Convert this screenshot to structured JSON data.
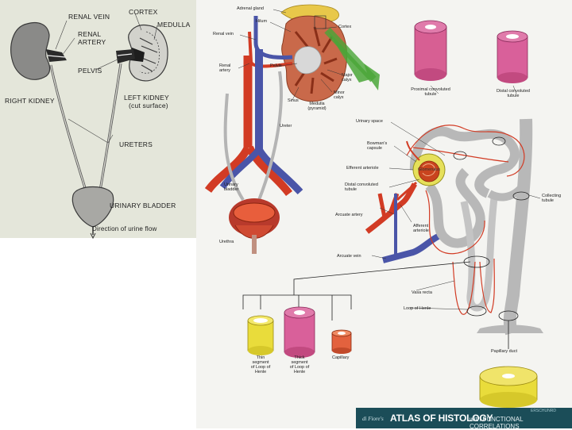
{
  "left_diagram": {
    "renal_vein": "RENAL VEIN",
    "renal_artery_1": "RENAL",
    "renal_artery_2": "ARTERY",
    "cortex": "CORTEX",
    "medulla": "MEDULLA",
    "pelvis": "PELVIS",
    "right_kidney": "RIGHT KIDNEY",
    "left_kidney": "LEFT KIDNEY",
    "cut_surface": "(cut surface)",
    "ureters": "URETERS",
    "urinary_bladder": "URINARY BLADDER",
    "direction": "Direction of urine flow"
  },
  "right_diagram": {
    "adrenal_gland": "Adrenal gland",
    "hilum": "Hilum",
    "cortex": "Cortex",
    "renal_vein": "Renal vein",
    "renal_artery_1": "Renal",
    "renal_artery_2": "artery",
    "pelvis": "Pelvis",
    "major_calyx_1": "Major",
    "major_calyx_2": "calyx",
    "minor_calyx_1": "Minor",
    "minor_calyx_2": "calyx",
    "sinus": "Sinus",
    "medulla_1": "Medulla",
    "medulla_2": "(pyramid)",
    "ureter": "Ureter",
    "urinary_bladder_1": "Urinary",
    "urinary_bladder_2": "bladder",
    "urethra": "Urethra",
    "proximal_1": "Proximal convoluted",
    "proximal_2": "tubule",
    "distal_top_1": "Distal convoluted",
    "distal_top_2": "tubule",
    "urinary_space": "Urinary space",
    "bowmans_1": "Bowman's",
    "bowmans_2": "capsule",
    "efferent": "Efferent arteriole",
    "glomerulus": "Glomerulus",
    "distal_mid_1": "Distal convoluted",
    "distal_mid_2": "tubule",
    "arcuate_artery": "Arcuate artery",
    "afferent_1": "Afferent",
    "afferent_2": "arteriole",
    "collecting_1": "Collecting",
    "collecting_2": "tubule",
    "arcuate_vein": "Arcuate vein",
    "vasa_recta": "Vasa recta",
    "loop_of_henle": "Loop of Henle",
    "papillary_duct": "Papillary duct",
    "thin_1": "Thin",
    "thin_2": "segment",
    "thin_3": "of Loop of",
    "thin_4": "Henle",
    "thick_1": "Thick",
    "thick_2": "segment",
    "thick_3": "of Loop of",
    "thick_4": "Henle",
    "capillary": "Capillary"
  },
  "banner": {
    "author": "di Fiore's",
    "title": "ATLAS OF HISTOLOGY",
    "subtitle": "with FUNCTIONAL CORRELATIONS",
    "superscript": "ERSCHUNRD"
  },
  "colors": {
    "artery": "#d23b24",
    "vein": "#4a55a8",
    "tubule": "#b8b8b8",
    "kidney": "#c96f4f",
    "pink_tube": "#d9609a",
    "yellow_tube": "#e9dc3b",
    "banner": "#1b4d58"
  }
}
